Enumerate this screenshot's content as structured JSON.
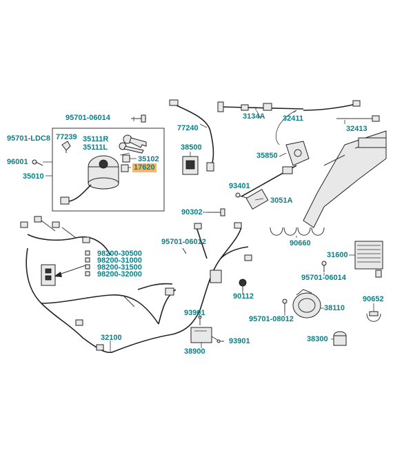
{
  "parts": {
    "p95701_06014_top": "95701-06014",
    "p95701_ldc8": "95701-LDC8",
    "p77239": "77239",
    "p35111r": "35111R",
    "p35111l": "35111L",
    "p35102": "35102",
    "p17620": "17620",
    "p96001": "96001",
    "p35010": "35010",
    "p77240": "77240",
    "p38500": "38500",
    "p3134a": "3134A",
    "p32411": "32411",
    "p32413": "32413",
    "p35850": "35850",
    "p93401": "93401",
    "p3051a": "3051A",
    "p90302": "90302",
    "p95701_06012": "95701-06012",
    "p90660": "90660",
    "p98200_30500": "98200-30500",
    "p98200_31000": "98200-31000",
    "p98200_31500": "98200-31500",
    "p98200_32000": "98200-32000",
    "p31600": "31600",
    "p95701_06014_right": "95701-06014",
    "p90112": "90112",
    "p38110": "38110",
    "p90652": "90652",
    "p95701_08012": "95701-08012",
    "p93901_a": "93901",
    "p93901_b": "93901",
    "p38900": "38900",
    "p32100": "32100",
    "p38300": "38300"
  },
  "colors": {
    "label": "#0a7f86",
    "highlight": "#f2b96b",
    "line": "#333333"
  }
}
